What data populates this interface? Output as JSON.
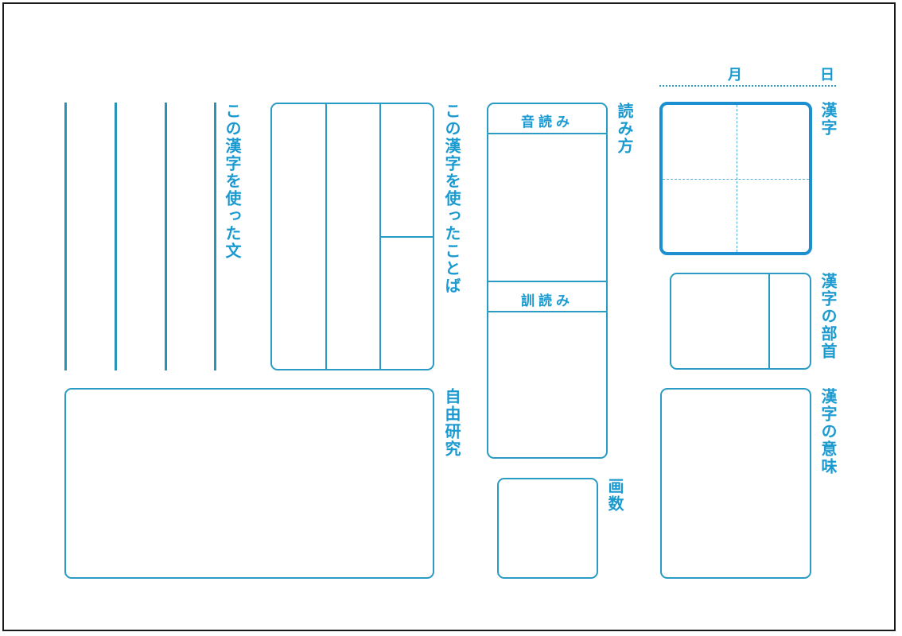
{
  "worksheet": {
    "date": {
      "month_label": "月",
      "day_label": "日"
    },
    "kanji": {
      "label": "漢字"
    },
    "readings": {
      "label": "読み方",
      "on_reading_label": "音読み",
      "kun_reading_label": "訓読み"
    },
    "radical": {
      "label": "漢字の部首"
    },
    "meaning": {
      "label": "漢字の意味"
    },
    "stroke_count": {
      "label": "画数"
    },
    "words": {
      "label": "この漢字を使ったことば"
    },
    "sentence": {
      "label": "この漢字を使った文"
    },
    "free_study": {
      "label": "自由研究"
    }
  },
  "colors": {
    "line_blue": "#2a9bc4",
    "text_blue": "#1b9ad0",
    "kanji_box_blue": "#1b8fd0",
    "frame_black": "#1a1a1a"
  }
}
